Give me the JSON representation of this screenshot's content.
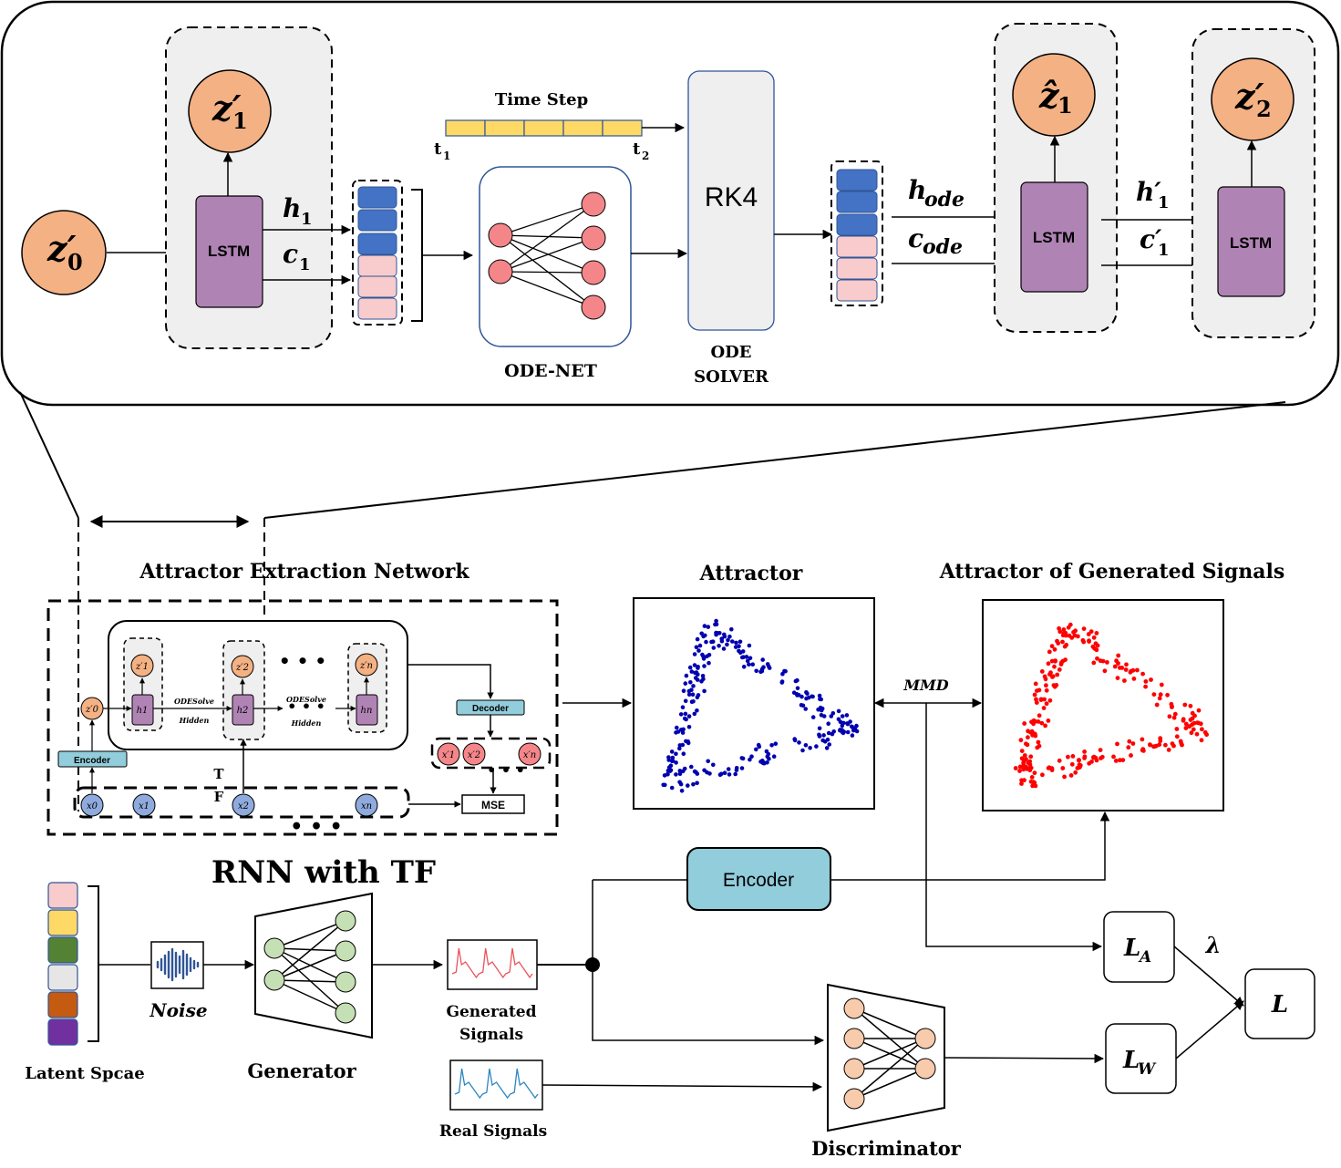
{
  "top": {
    "z0_prime": "z′",
    "z0_sub": "0",
    "z1_prime": "z′",
    "z1_sub": "1",
    "z1_hat": "ẑ",
    "z1_hat_sub": "1",
    "z2_prime": "z′",
    "z2_sub": "2",
    "lstm": "LSTM",
    "h1": "h",
    "h1_sub": "1",
    "c1": "c",
    "c1_sub": "1",
    "time_step": "Time Step",
    "t1": "t",
    "t1_sub": "1",
    "t2": "t",
    "t2_sub": "2",
    "ode_net": "ODE-NET",
    "rk4": "RK4",
    "ode_solver_line1": "ODE",
    "ode_solver_line2": "SOLVER",
    "h_ode": "h",
    "h_ode_sub": "ode",
    "c_ode": "c",
    "c_ode_sub": "ode",
    "h1_prime": "h′",
    "h1_prime_sub": "1",
    "c1_prime": "c′",
    "c1_prime_sub": "1"
  },
  "middle": {
    "aen_title": "Attractor Extraction Network",
    "attractor_title": "Attractor",
    "gen_attractor_title": "Attractor of Generated Signals",
    "mmd": "MMD",
    "encoder_small": "Encoder",
    "decoder_small": "Decoder",
    "mse": "MSE",
    "ode_solve": "ODESolve",
    "hidden": "Hidden",
    "tf_t": "T",
    "tf_f": "F",
    "rnn_tf": "RNN with TF",
    "dots": "• • •",
    "mini_z0": "z′0",
    "mini_z1": "z′1",
    "mini_z2": "z′2",
    "mini_zn": "z′n",
    "mini_h1": "h1",
    "mini_h2": "h2",
    "mini_hn": "hn",
    "mini_x0": "x0",
    "mini_x1": "x1",
    "mini_x2": "x2",
    "mini_xn": "xn",
    "mini_xp1": "x′1",
    "mini_xp2": "x′2",
    "mini_xpn": "x′n"
  },
  "bottom": {
    "latent_space": "Latent Spcae",
    "noise": "Noise",
    "generator": "Generator",
    "generated_signals_1": "Generated",
    "generated_signals_2": "Signals",
    "real_signals": "Real Signals",
    "encoder": "Encoder",
    "discriminator": "Discriminator",
    "la": "L",
    "la_sub": "A",
    "lw": "L",
    "lw_sub": "W",
    "l": "L",
    "lambda": "λ"
  },
  "colors": {
    "orange_node": "#f4b183",
    "lstm_purple": "#b083b5",
    "blue_cell": "#4472c4",
    "pink_cell": "#f8cbcc",
    "time_step_yellow": "#ffd966",
    "encoder_teal": "#92cddc",
    "net_node_red": "#f4868a",
    "gen_node_green": "#c5e0b4",
    "disc_node_peach": "#f8cbad",
    "attractor_blue": "#0000b0",
    "attractor_red": "#ff0000",
    "latent_colors": [
      "#f8cbcc",
      "#ffd966",
      "#548235",
      "#e7e6e6",
      "#c55a11",
      "#7030a0"
    ]
  }
}
